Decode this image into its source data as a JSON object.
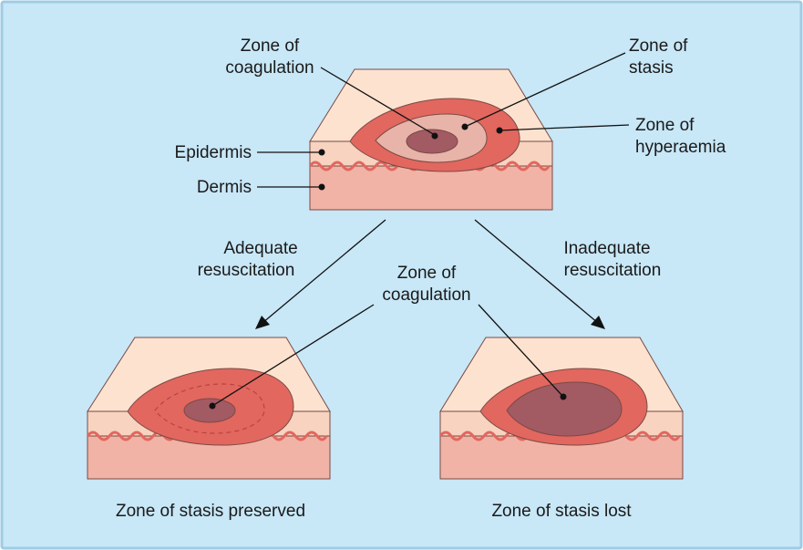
{
  "colors": {
    "background": "#c8e7f7",
    "frame": "#9fcbe6",
    "skin_top": "#fde3cf",
    "epidermis": "#f7d3c0",
    "dermis": "#f1b3a5",
    "hyperaemia": "#e2675f",
    "stasis": "#e8b3a8",
    "coagulation": "#a25a63",
    "outline": "#7a4a45"
  },
  "labels": {
    "zone_of_coagulation_top": [
      "Zone of",
      "coagulation"
    ],
    "zone_of_stasis": [
      "Zone of",
      "stasis"
    ],
    "zone_of_hyperaemia": [
      "Zone of",
      "hyperaemia"
    ],
    "epidermis": "Epidermis",
    "dermis": "Dermis",
    "adequate_resuscitation": [
      "Adequate",
      "resuscitation"
    ],
    "inadequate_resuscitation": [
      "Inadequate",
      "resuscitation"
    ],
    "zone_of_coagulation_bottom": [
      "Zone of",
      "coagulation"
    ]
  },
  "captions": {
    "left": "Zone of stasis preserved",
    "right": "Zone of stasis lost"
  }
}
